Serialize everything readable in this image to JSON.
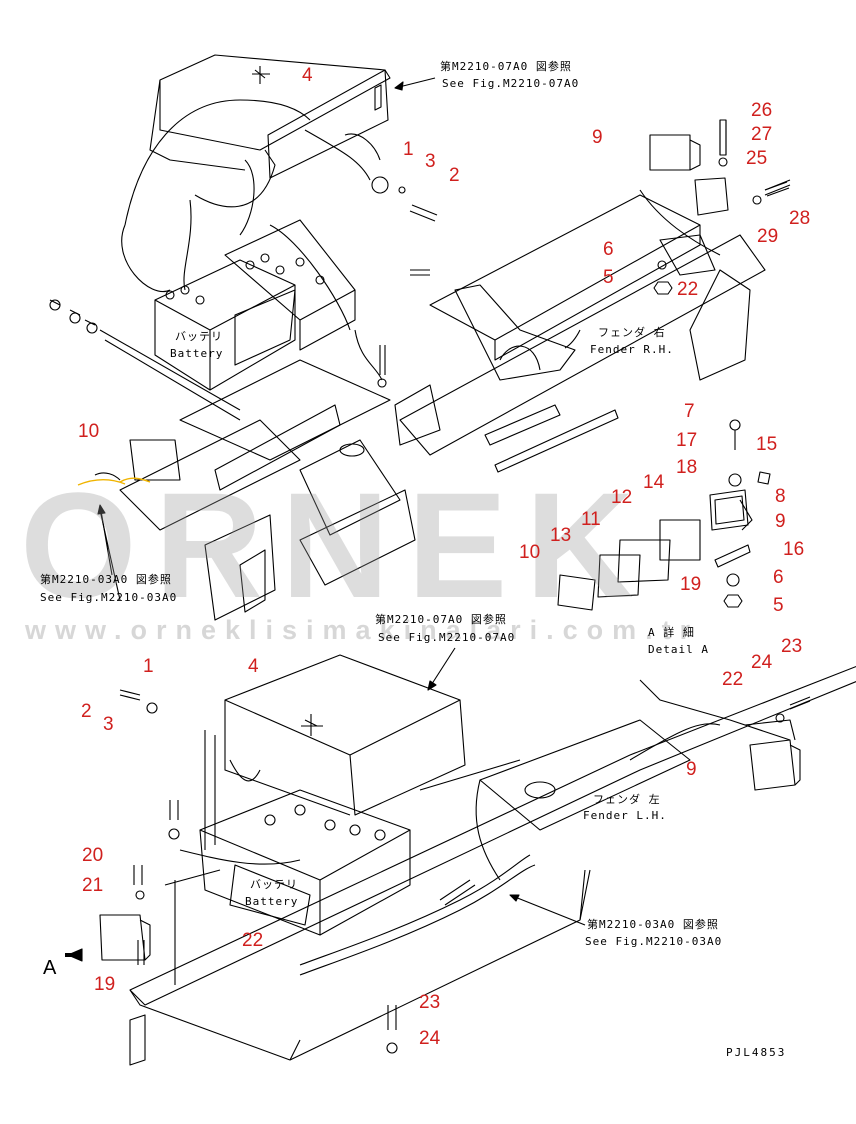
{
  "diagram": {
    "references": {
      "top_right_jp": "第M2210-07A0 図参照",
      "top_right_en": "See Fig.M2210-07A0",
      "mid_left_jp": "第M2210-03A0 図参照",
      "mid_left_en": "See Fig.M2210-03A0",
      "mid_center_jp": "第M2210-07A0 図参照",
      "mid_center_en": "See Fig.M2210-07A0",
      "bottom_right_jp": "第M2210-03A0 図参照",
      "bottom_right_en": "See Fig.M2210-03A0"
    },
    "labels": {
      "battery_top_jp": "バッテリ",
      "battery_top_en": "Battery",
      "fender_rh_jp": "フェンダ 右",
      "fender_rh_en": "Fender R.H.",
      "detail_a_jp": "A 詳 細",
      "detail_a_en": "Detail A",
      "fender_lh_jp": "フェンダ 左",
      "fender_lh_en": "Fender L.H.",
      "battery_bottom_jp": "バッテリ",
      "battery_bottom_en": "Battery",
      "view_a": "A"
    },
    "drawing_code": "PJL4853",
    "part_numbers_top": [
      "4",
      "1",
      "3",
      "2",
      "9",
      "26",
      "27",
      "25",
      "28",
      "29",
      "6",
      "5",
      "22"
    ],
    "part_numbers_detail": [
      "10",
      "7",
      "17",
      "15",
      "18",
      "14",
      "12",
      "11",
      "8",
      "9",
      "13",
      "10",
      "16",
      "19",
      "6",
      "5"
    ],
    "part_numbers_bottom": [
      "1",
      "4",
      "2",
      "3",
      "24",
      "23",
      "22",
      "9",
      "20",
      "21",
      "22",
      "19",
      "23",
      "24"
    ]
  },
  "watermark": {
    "brand": "ORNEK",
    "url": "www.orneklisimakinalari.com.tr"
  },
  "colors": {
    "callout": "#d0201e",
    "line": "#000000",
    "watermark": "#969696",
    "accent": "#f0b400"
  }
}
